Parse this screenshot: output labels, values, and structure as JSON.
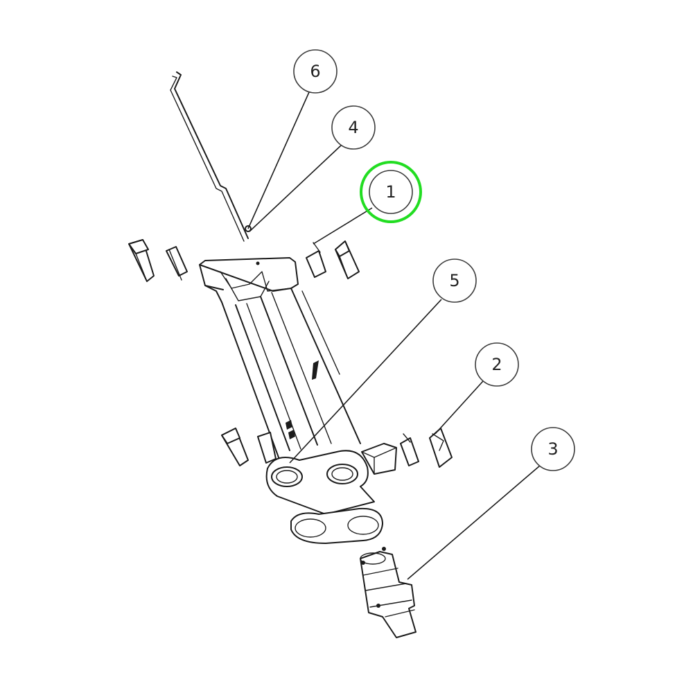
{
  "balloons": [
    {
      "id": "callout-6",
      "label": "6"
    },
    {
      "id": "callout-4",
      "label": "4"
    },
    {
      "id": "callout-1",
      "label": "1",
      "highlighted": true
    },
    {
      "id": "callout-5",
      "label": "5"
    },
    {
      "id": "callout-2",
      "label": "2"
    },
    {
      "id": "callout-3",
      "label": "3"
    }
  ],
  "colors": {
    "line": "#1b1b1b",
    "highlight": "#22dd22",
    "background": "#ffffff"
  }
}
